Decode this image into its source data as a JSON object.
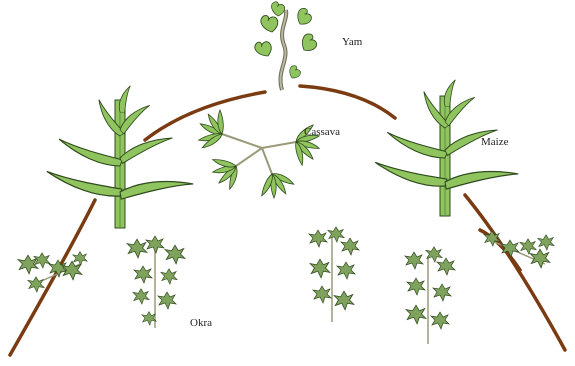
{
  "labels": {
    "yam": "Yam",
    "cassava": "Cassava",
    "maize": "Maize",
    "okra": "Okra"
  },
  "colors": {
    "leaf": "#8fc45e",
    "leaf_dark": "#5f8f3a",
    "leaf_outline": "#2f4a1e",
    "stem": "#9a9a7a",
    "row_line": "#7a3b12",
    "okra_leaf": "#7fa35c"
  }
}
